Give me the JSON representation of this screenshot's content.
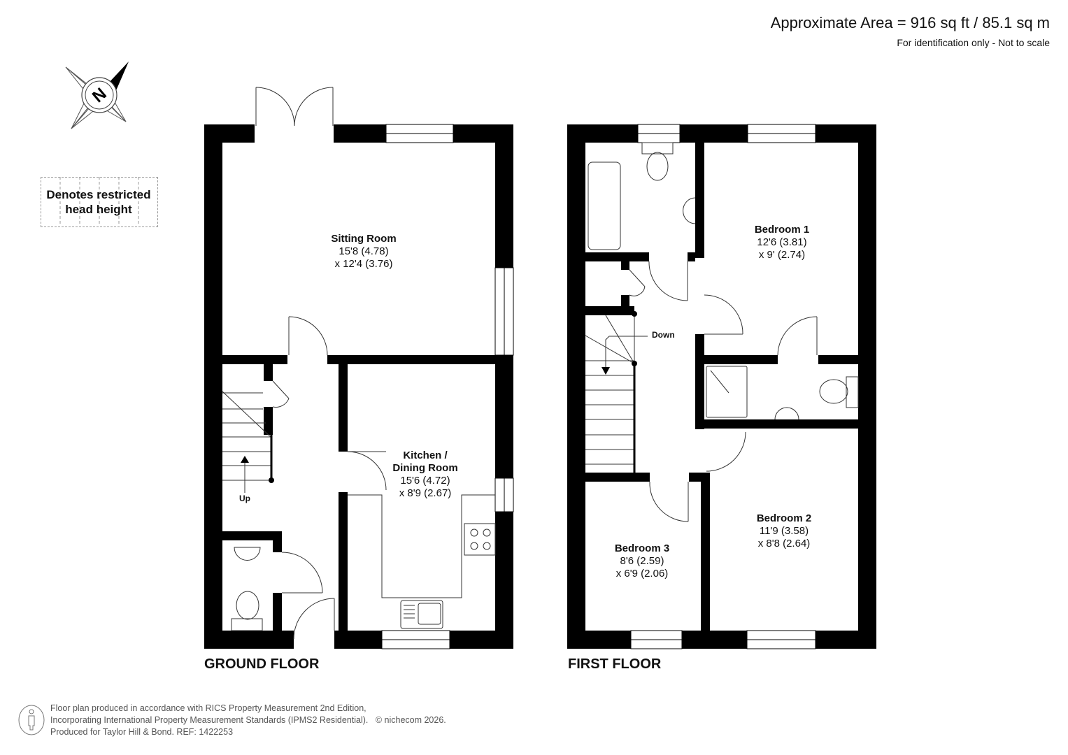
{
  "header": {
    "area_title": "Approximate Area = 916 sq ft / 85.1 sq m",
    "area_subtitle": "For identification only - Not to scale"
  },
  "compass": {
    "label": "N",
    "icon": "compass-north-icon"
  },
  "legend": {
    "line1": "Denotes restricted",
    "line2": "head height"
  },
  "floors": [
    {
      "label": "GROUND FLOOR",
      "rooms": [
        {
          "name": "Sitting Room",
          "dim1": "15'8 (4.78)",
          "dim2": "x 12'4 (3.76)"
        },
        {
          "name_line1": "Kitchen /",
          "name": "Dining Room",
          "dim1": "15'6 (4.72)",
          "dim2": "x 8'9 (2.67)"
        }
      ],
      "stairs_label": "Up"
    },
    {
      "label": "FIRST FLOOR",
      "rooms": [
        {
          "name": "Bedroom 1",
          "dim1": "12'6 (3.81)",
          "dim2": "x 9' (2.74)"
        },
        {
          "name": "Bedroom 2",
          "dim1": "11'9 (3.58)",
          "dim2": "x 8'8 (2.64)"
        },
        {
          "name": "Bedroom 3",
          "dim1": "8'6 (2.59)",
          "dim2": "x 6'9 (2.06)"
        }
      ],
      "stairs_label": "Down"
    }
  ],
  "footer": {
    "line1": "Floor plan produced in accordance with RICS Property Measurement 2nd Edition,",
    "line2": "Incorporating International Property Measurement Standards (IPMS2 Residential).",
    "copyright": "© nichecom 2026.",
    "line3": "Produced for Taylor Hill & Bond.   REF: 1422253",
    "icon": "person-icon"
  }
}
